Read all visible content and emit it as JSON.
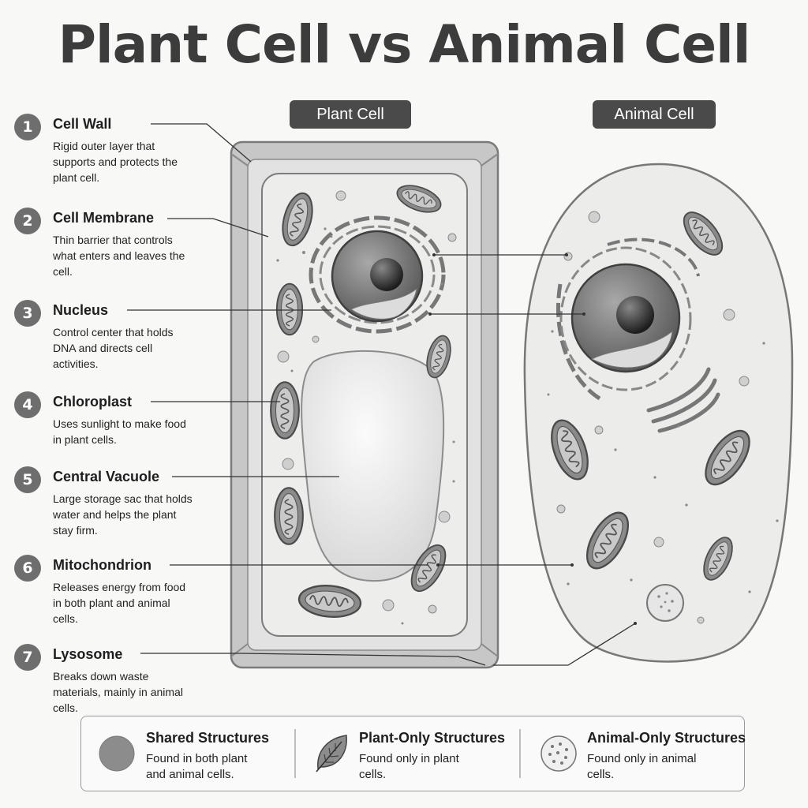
{
  "title": "Plant Cell vs Animal Cell",
  "headers": {
    "plant": "Plant Cell",
    "animal": "Animal Cell"
  },
  "labels": [
    {
      "number": "1",
      "name": "Cell Wall",
      "description": "Rigid outer layer that supports and protects the plant cell."
    },
    {
      "number": "2",
      "name": "Cell Membrane",
      "description": "Thin barrier that controls what enters and leaves the cell."
    },
    {
      "number": "3",
      "name": "Nucleus",
      "description": "Control center that holds DNA and directs cell activities."
    },
    {
      "number": "4",
      "name": "Chloroplast",
      "description": "Uses sunlight to make food in plant cells."
    },
    {
      "number": "5",
      "name": "Central Vacuole",
      "description": "Large storage sac that holds water and helps the plant stay firm."
    },
    {
      "number": "6",
      "name": "Mitochondrion",
      "description": "Releases energy from food in both plant and animal cells."
    },
    {
      "number": "7",
      "name": "Lysosome",
      "description": "Breaks down waste materials, mainly in animal cells."
    }
  ],
  "legend": [
    {
      "icon": "shared-circle-icon",
      "title": "Shared Structures",
      "description": "Found in both plant and animal cells."
    },
    {
      "icon": "leaf-icon",
      "title": "Plant-Only Structures",
      "description": "Found only in plant cells."
    },
    {
      "icon": "dotted-circle-icon",
      "title": "Animal-Only Structures",
      "description": "Found only in animal cells."
    }
  ],
  "colors": {
    "title": "#3c3c3c",
    "pill": "#4a4a4a",
    "badge": "#6e6e6e",
    "organelle": "#666666",
    "wall": "#b5b5b5"
  }
}
